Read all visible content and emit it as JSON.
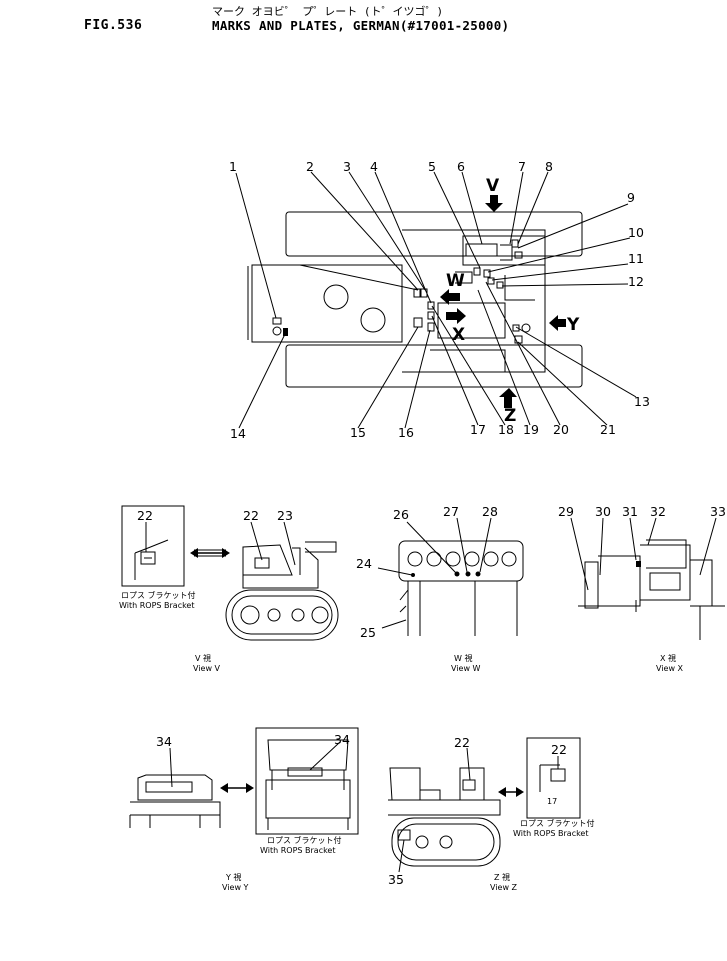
{
  "header": {
    "figure": "FIG.536",
    "title_jp": "マーク オヨビ゜ プ゜レート (ト゜イツゴ゜)",
    "title": "MARKS AND PLATES, GERMAN(#17001-25000)"
  },
  "callouts": [
    "1",
    "2",
    "3",
    "4",
    "5",
    "6",
    "7",
    "8",
    "9",
    "10",
    "11",
    "12",
    "13",
    "14",
    "15",
    "16",
    "17",
    "18",
    "19",
    "20",
    "21",
    "22",
    "23",
    "24",
    "25",
    "26",
    "27",
    "28",
    "29",
    "30",
    "31",
    "32",
    "33",
    "34",
    "35"
  ],
  "view_arrows": [
    "V",
    "W",
    "X",
    "Y",
    "Z"
  ],
  "captions": {
    "rops_jp": "ロプス ブラケット付",
    "rops_en": "With ROPS Bracket",
    "view_v_jp": "V  視",
    "view_v": "View V",
    "view_w_jp": "W  視",
    "view_w": "View W",
    "view_x_jp": "X  視",
    "view_x": "View X",
    "view_y_jp": "Y  視",
    "view_y": "View Y",
    "view_z_jp": "Z  視",
    "view_z": "View Z",
    "detail_mark": "17"
  }
}
